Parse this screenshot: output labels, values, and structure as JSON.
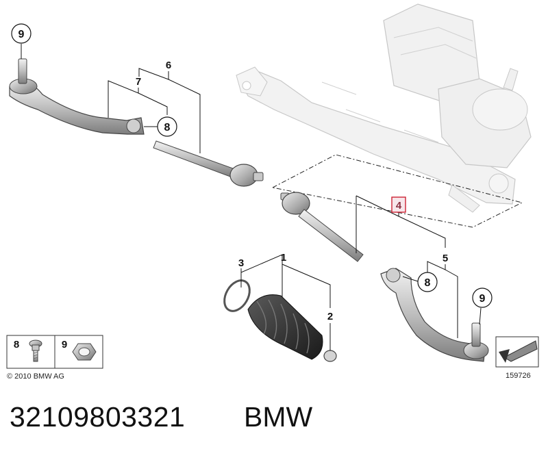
{
  "diagram": {
    "labels": {
      "one": "1",
      "two": "2",
      "three": "3",
      "four": "4",
      "five": "5",
      "six": "6",
      "seven": "7",
      "eight": "8",
      "nine": "9"
    },
    "legend": [
      {
        "num": "8",
        "item": "bolt-icon"
      },
      {
        "num": "9",
        "item": "nut-icon"
      }
    ],
    "copyright": "© 2010 BMW AG",
    "figure_id": "159726",
    "highlight_color": "#cc2233"
  },
  "footer": {
    "part_number": "32109803321",
    "brand": "BMW"
  }
}
